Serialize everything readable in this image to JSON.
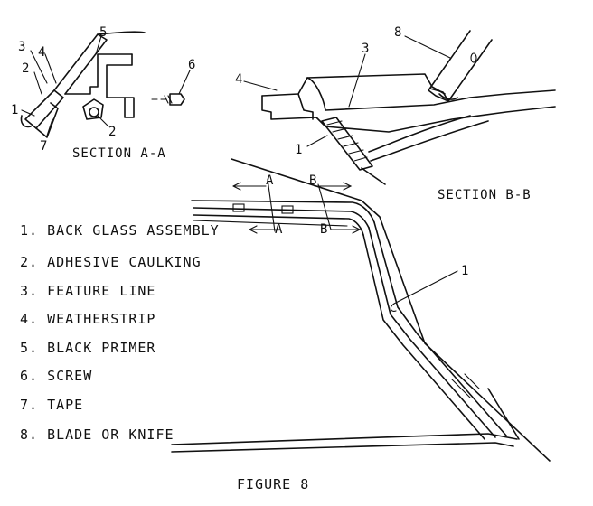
{
  "figure_title": "FIGURE 8",
  "section_a_title": "SECTION A-A",
  "section_b_title": "SECTION B-B",
  "section_a_callouts": [
    "1",
    "2",
    "3",
    "4",
    "5",
    "6",
    "7",
    "2"
  ],
  "section_b_callouts": [
    "1",
    "3",
    "4",
    "8"
  ],
  "main_callouts": {
    "part_1": "1",
    "cut_a_top": "A",
    "cut_a_bottom": "A",
    "cut_b_top": "B",
    "cut_b_bottom": "B"
  },
  "legend": [
    "1. BACK GLASS ASSEMBLY",
    "2. ADHESIVE CAULKING",
    "3. FEATURE LINE",
    "4. WEATHERSTRIP",
    "5. BLACK PRIMER",
    "6. SCREW",
    "7. TAPE",
    "8. BLADE OR KNIFE"
  ]
}
